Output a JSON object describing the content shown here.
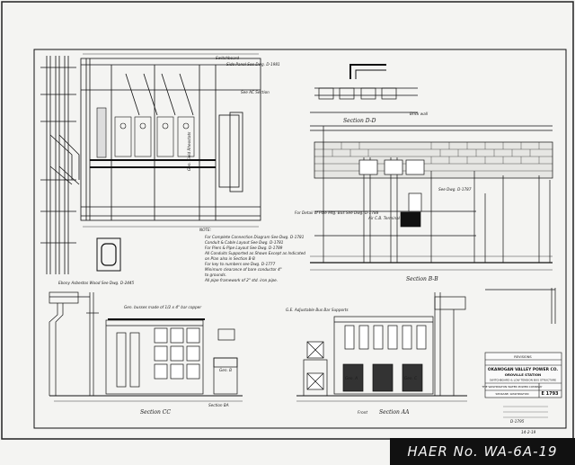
{
  "labels": {
    "switchboard": "Switchboard",
    "side_panel": "Side Panel See Dwg. D-1981",
    "see_ac_notes": "See AC Section",
    "gen_field_rheostats": "Gen. Field Rheostats",
    "section_dd": "Section D-D",
    "for_details": "For Detail of Pole Mtg. Bus See Dwg. D-1788",
    "bracket_detail": "See Dwg. D-1787",
    "brick_wall": "Brick wall",
    "air_cb": "Air C.B. Terminal",
    "ebony_asbestos": "Ebony Asbestos Wood See Dwg. D-2445",
    "gen_busses": "Gen. busses made of 1/2 x 4\" bar copper",
    "dw_bus": "G.E. Adjustable Bus Bar Supports",
    "section_bb": "Section B-B",
    "section_cc": "Section CC",
    "section_aa": "Section AA",
    "front_label": "Front",
    "notes_title": "NOTE:",
    "notes": [
      "For Complete Connection Diagram See Dwg. D-1781",
      "Conduit & Cable Layout See Dwg. D-1781",
      "For Piers & Pipe Layout See Dwg. D-1789",
      "All Conduits Supported as Shown Except as Indicated",
      "on Plan also in Section B-B",
      "For key to numbers see Dwg. D-1777",
      "Minimum clearance of bare conductor 4\"",
      "to grounds.",
      "All pipe framework of 2\" std. iron pipe."
    ],
    "gen_b": "Gen. B",
    "gen_a": "Gen. A",
    "gen_c": "Gen. C",
    "section_ba": "Section BA",
    "dwg_num_left": "D-1795",
    "sheet_ref": "14-2-19"
  },
  "title_block": {
    "company": "OKANOGAN VALLEY POWER CO.",
    "station": "OROVILLE STATION",
    "subject": "SWITCHBOARD & LOW TENSION BUS STRUCTURE",
    "maker": "THE WASHINGTON WATER POWER COMPANY",
    "city": "SPOKANE, WASHINGTON",
    "drawing_no": "E 1793",
    "revisions": "REVISIONS"
  },
  "stamp": "HAER No. WA-6A-19"
}
